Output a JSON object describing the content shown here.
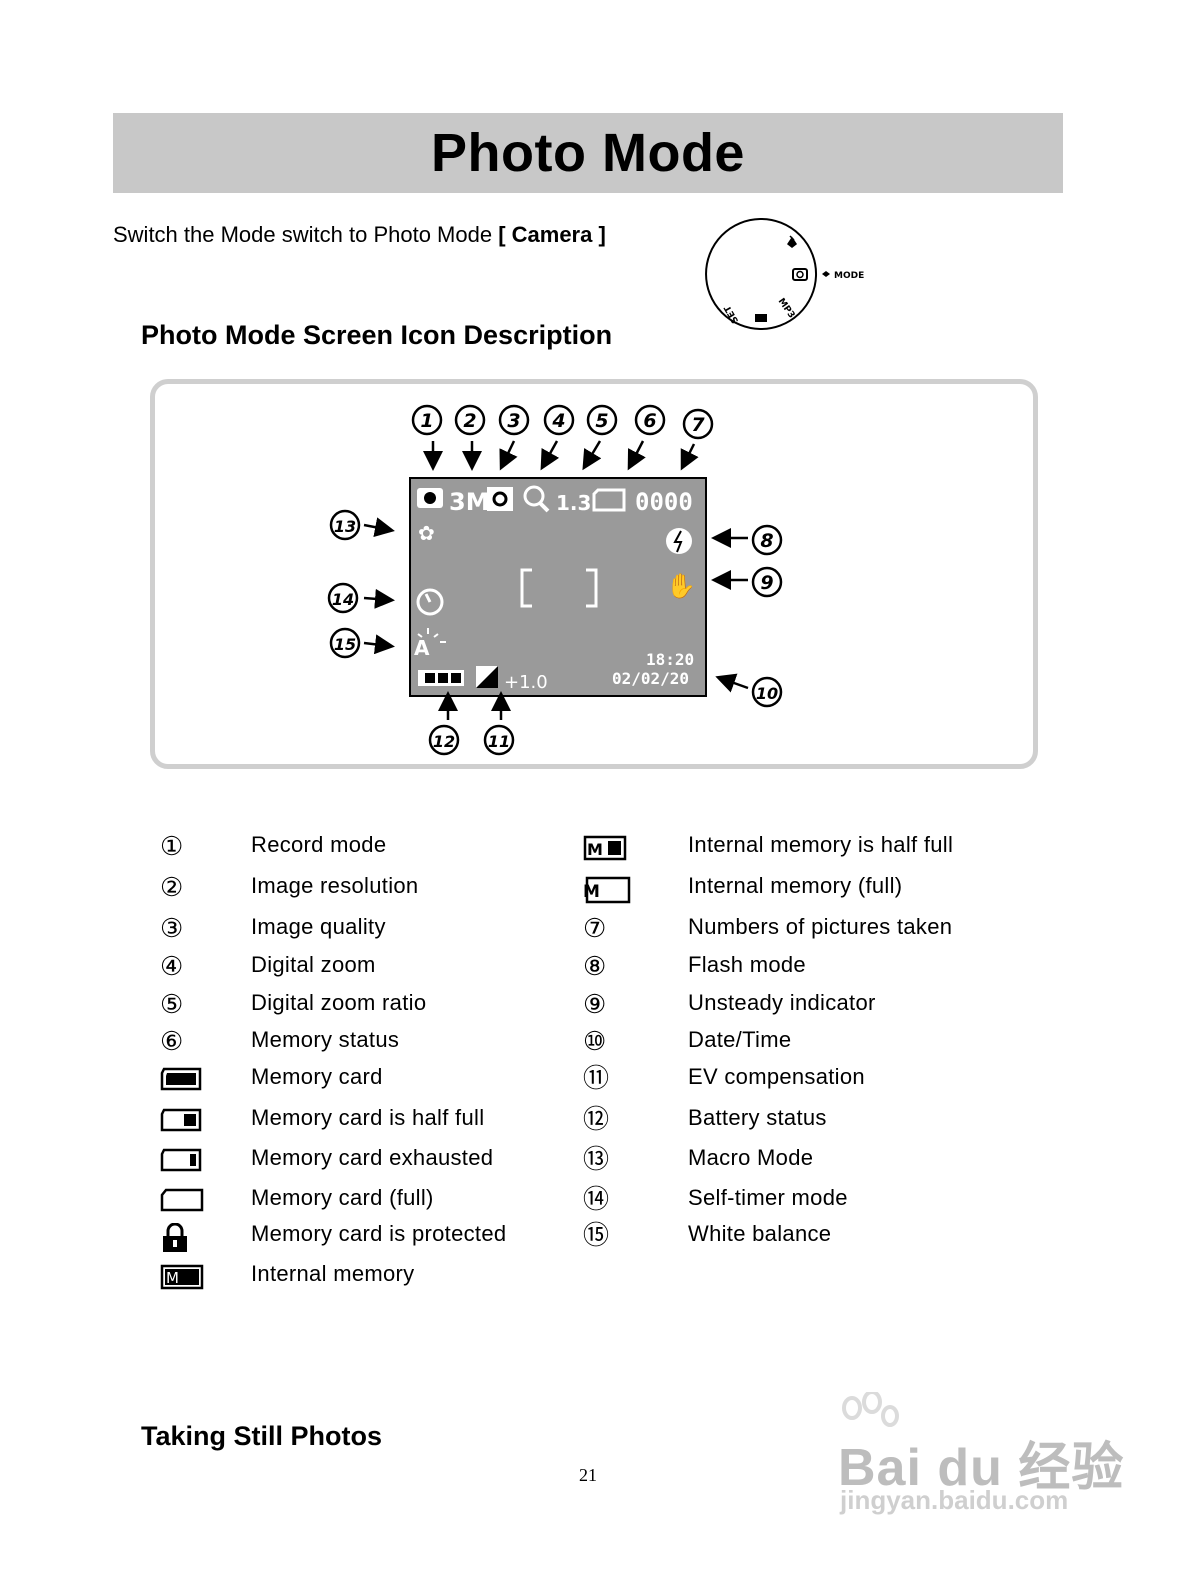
{
  "title": "Photo Mode",
  "intro": {
    "text": "Switch the Mode switch to Photo Mode ",
    "bold": "[ Camera ]"
  },
  "dial": {
    "mode_label": "MODE",
    "set_label": "SET",
    "mp3_label": "MP3"
  },
  "section_icons": "Photo Mode Screen Icon Description",
  "lcd": {
    "resolution": "3M",
    "zoom_ratio": "1.3",
    "count": "0000",
    "time": "18:20",
    "date": "02/02/20",
    "ev": "+1.0"
  },
  "callouts": [
    "1",
    "2",
    "3",
    "4",
    "5",
    "6",
    "7",
    "8",
    "9",
    "10",
    "11",
    "12",
    "13",
    "14",
    "15"
  ],
  "legend_left": [
    {
      "sym": "①",
      "icon": "",
      "label": "Record mode"
    },
    {
      "sym": "②",
      "icon": "",
      "label": "Image resolution"
    },
    {
      "sym": "③",
      "icon": "",
      "label": "Image quality"
    },
    {
      "sym": "④",
      "icon": "",
      "label": "Digital zoom"
    },
    {
      "sym": "⑤",
      "icon": "",
      "label": "Digital zoom ratio"
    },
    {
      "sym": "⑥",
      "icon": "",
      "label": "Memory status"
    },
    {
      "sym": "",
      "icon": "card-full-icon",
      "label": "Memory card"
    },
    {
      "sym": "",
      "icon": "card-half-icon",
      "label": "Memory card is half full"
    },
    {
      "sym": "",
      "icon": "card-exhausted-icon",
      "label": "Memory card exhausted"
    },
    {
      "sym": "",
      "icon": "card-empty-icon",
      "label": "Memory card (full)"
    },
    {
      "sym": "",
      "icon": "lock-icon",
      "label": "Memory card is protected"
    },
    {
      "sym": "",
      "icon": "internal-memory-icon",
      "label": "Internal memory"
    }
  ],
  "legend_right": [
    {
      "sym": "",
      "icon": "internal-memory-half-icon",
      "label": "Internal memory is half full"
    },
    {
      "sym": "",
      "icon": "internal-memory-full-icon",
      "label": "Internal memory (full)"
    },
    {
      "sym": "⑦",
      "icon": "",
      "label": "Numbers of pictures taken"
    },
    {
      "sym": "⑧",
      "icon": "",
      "label": "Flash mode"
    },
    {
      "sym": "⑨",
      "icon": "",
      "label": "Unsteady indicator"
    },
    {
      "sym": "⑩",
      "icon": "",
      "label": "Date/Time"
    },
    {
      "sym": "⑪",
      "icon": "",
      "label": "EV compensation"
    },
    {
      "sym": "⑫",
      "icon": "",
      "label": "Battery status"
    },
    {
      "sym": "⑬",
      "icon": "",
      "label": "Macro Mode"
    },
    {
      "sym": "⑭",
      "icon": "",
      "label": "Self-timer mode"
    },
    {
      "sym": "⑮",
      "icon": "",
      "label": "White balance"
    }
  ],
  "section_taking": "Taking Still Photos",
  "page_number": "21",
  "watermark": {
    "main": "Bai du 经验",
    "sub": "jingyan.baidu.com"
  }
}
